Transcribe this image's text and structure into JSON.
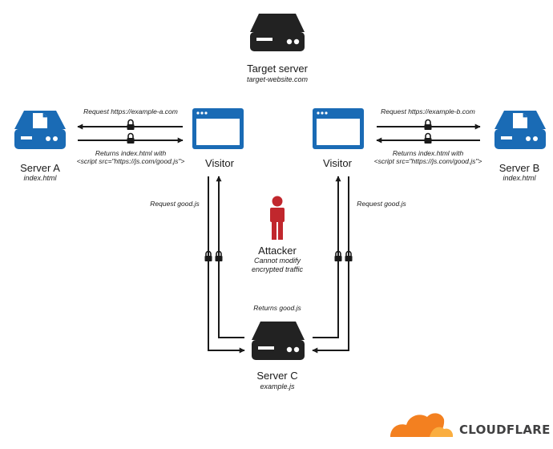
{
  "target_server": {
    "title": "Target server",
    "subtitle": "target-website.com"
  },
  "server_a": {
    "title": "Server A",
    "subtitle": "index.html"
  },
  "server_b": {
    "title": "Server B",
    "subtitle": "index.html"
  },
  "server_c": {
    "title": "Server C",
    "subtitle": "example.js"
  },
  "visitor_left": {
    "title": "Visitor"
  },
  "visitor_right": {
    "title": "Visitor"
  },
  "attacker": {
    "title": "Attacker",
    "note_line1": "Cannot modify",
    "note_line2": "encrypted traffic"
  },
  "edges": {
    "request_a": "Request https://example-a.com",
    "returns_a_line1": "Returns index.html with",
    "returns_a_line2": "<script src=\"https://js.com/good.js\">",
    "request_b": "Request https://example-b.com",
    "returns_b_line1": "Returns index.html with",
    "returns_b_line2": "<script src=\"https://js.com/good.js\">",
    "request_good_left": "Request good.js",
    "request_good_right": "Request good.js",
    "returns_good": "Returns good.js"
  },
  "brand": {
    "logo_text": "CloudFlare"
  },
  "colors": {
    "server_blue": "#1a6bb5",
    "dark": "#222222",
    "attacker_red": "#c1272d",
    "cloud_orange": "#f38020",
    "cloud_light": "#faae40"
  }
}
